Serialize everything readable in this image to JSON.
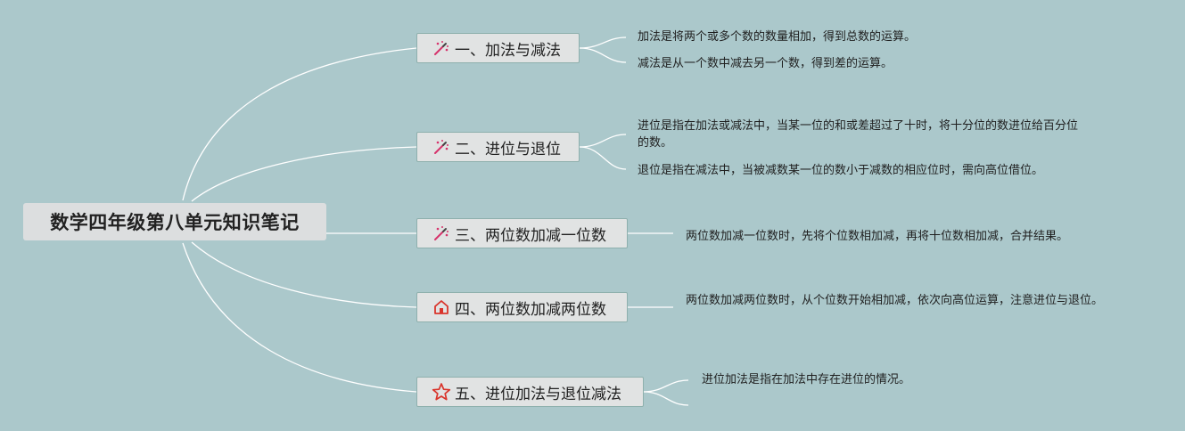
{
  "root": {
    "title": "数学四年级第八单元知识笔记"
  },
  "branches": [
    {
      "label": "一、加法与减法",
      "icon": "magic-wand-icon",
      "notes": [
        "加法是将两个或多个数的数量相加，得到总数的运算。",
        "减法是从一个数中减去另一个数，得到差的运算。"
      ]
    },
    {
      "label": "二、进位与退位",
      "icon": "magic-wand-icon",
      "notes": [
        "进位是指在加法或减法中，当某一位的和或差超过了十时，将十分位的数进位给百分位的数。",
        "退位是指在减法中，当被减数某一位的数小于减数的相应位时，需向高位借位。"
      ]
    },
    {
      "label": "三、两位数加减一位数",
      "icon": "magic-wand-icon",
      "notes": [
        "两位数加减一位数时，先将个位数相加减，再将十位数相加减，合并结果。"
      ]
    },
    {
      "label": "四、两位数加减两位数",
      "icon": "home-icon",
      "notes": [
        "两位数加减两位数时，从个位数开始相加减，依次向高位运算，注意进位与退位。"
      ]
    },
    {
      "label": "五、进位加法与退位减法",
      "icon": "star-icon",
      "notes": [
        "进位加法是指在加法中存在进位的情况。",
        ""
      ]
    }
  ],
  "colors": {
    "background": "#abc8cb",
    "line": "#ffffff",
    "icon_red": "#d9342b",
    "icon_magenta": "#d6336c"
  }
}
